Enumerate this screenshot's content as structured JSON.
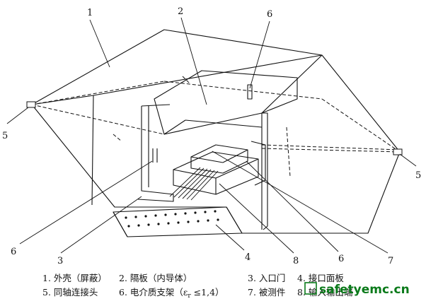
{
  "callouts": [
    "1",
    "2",
    "6",
    "5",
    "5",
    "6",
    "3",
    "4",
    "8",
    "6",
    "7"
  ],
  "legend": {
    "row1": [
      "1. 外壳（屏蔽）",
      "2. 隔板（内导体）",
      "3. 入口门",
      "4. 接口面板"
    ],
    "row2": [
      "5. 同轴连接头",
      "6. 电介质支架（ε",
      "r",
      " ≤1,4）",
      "7. 被测件",
      "8. 输入输出端"
    ]
  },
  "watermark": "safetyemc.cn",
  "colors": {
    "line": "#111111",
    "watermark": "#0a7a1a",
    "background": "#ffffff"
  }
}
